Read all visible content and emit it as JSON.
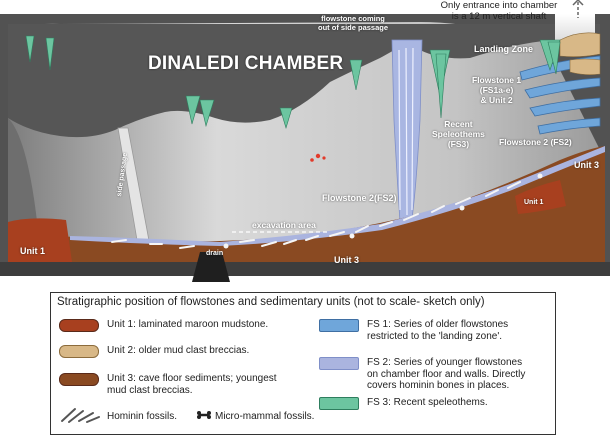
{
  "header": {
    "title": "DINALEDI CHAMBER",
    "top_note": "Only entrance into chamber\nis a 12 m vertical shaft"
  },
  "diagram_labels": {
    "flowstone_side_passage": "flowstone coming\nout of side passage",
    "landing_zone": "Landing Zone",
    "flowstone1": "Flowstone 1\n(FS1a-e)\n& Unit 2",
    "recent_speleothems": "Recent\nSpeleothems\n(FS3)",
    "flowstone2_right": "Flowstone 2 (FS2)",
    "flowstone2_mid": "Flowstone 2(FS2)",
    "side_passage": "side passage",
    "excavation_area": "excavation area",
    "drain": "drain",
    "unit1_left": "Unit 1",
    "unit1_right": "Unit 1",
    "unit3_mid": "Unit 3",
    "unit3_right": "Unit 3"
  },
  "legend": {
    "title": "Stratigraphic position of flowstones and sedimentary units (not to scale- sketch only)",
    "left_items": [
      {
        "label": "Unit 1: laminated maroon mudstone.",
        "color": "#a8401f"
      },
      {
        "label": "Unit 2: older mud clast breccias.",
        "color": "#d8b887"
      },
      {
        "label": "Unit 3: cave floor sediments; youngest\nmud clast breccias.",
        "color": "#8a4a22"
      }
    ],
    "right_items": [
      {
        "label": "FS 1: Series of older flowstones\nrestricted to the 'landing zone'.",
        "color": "#6fa6da"
      },
      {
        "label": "FS 2: Series of younger flowstones\non chamber floor and walls. Directly\ncovers hominin bones in places.",
        "color": "#aab4df"
      },
      {
        "label": "FS 3: Recent speleothems.",
        "color": "#6cc5a0"
      }
    ],
    "hominin": "Hominin fossils.",
    "micro": "Micro-mammal fossils."
  },
  "colors": {
    "rock": "#505050",
    "chamber": "#c8c8c8",
    "unit1": "#a8401f",
    "unit3": "#8a4a22",
    "fs1": "#6fa6da",
    "fs2": "#aab4df",
    "fs3": "#6cc5a0"
  }
}
